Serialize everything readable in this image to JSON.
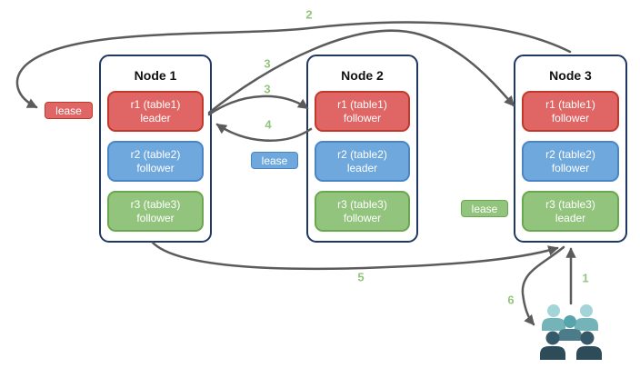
{
  "diagram": {
    "nodes": [
      {
        "title": "Node 1",
        "replicas": [
          {
            "id": "r1 (table1)",
            "role": "leader",
            "color": "red"
          },
          {
            "id": "r2 (table2)",
            "role": "follower",
            "color": "blue"
          },
          {
            "id": "r3 (table3)",
            "role": "follower",
            "color": "green"
          }
        ]
      },
      {
        "title": "Node 2",
        "replicas": [
          {
            "id": "r1 (table1)",
            "role": "follower",
            "color": "red"
          },
          {
            "id": "r2 (table2)",
            "role": "leader",
            "color": "blue"
          },
          {
            "id": "r3 (table3)",
            "role": "follower",
            "color": "green"
          }
        ]
      },
      {
        "title": "Node 3",
        "replicas": [
          {
            "id": "r1 (table1)",
            "role": "follower",
            "color": "red"
          },
          {
            "id": "r2 (table2)",
            "role": "follower",
            "color": "blue"
          },
          {
            "id": "r3 (table3)",
            "role": "leader",
            "color": "green"
          }
        ]
      }
    ],
    "leases": [
      {
        "label": "lease",
        "color": "#e06666"
      },
      {
        "label": "lease",
        "color": "#6fa8dc"
      },
      {
        "label": "lease",
        "color": "#93c47d"
      }
    ],
    "steps": {
      "s1": "1",
      "s2": "2",
      "s3a": "3",
      "s3b": "3",
      "s4": "4",
      "s5": "5",
      "s6": "6"
    },
    "icons": {
      "clients": "clients-group-icon"
    },
    "colors": {
      "red_fill": "#e06666",
      "red_border": "#c0392b",
      "blue_fill": "#6fa8dc",
      "blue_border": "#4a86c6",
      "green_fill": "#93c47d",
      "green_border": "#6aa84f",
      "node_border": "#1f3864",
      "arrow": "#5b5b5b",
      "step_label": "#93c47d"
    }
  }
}
